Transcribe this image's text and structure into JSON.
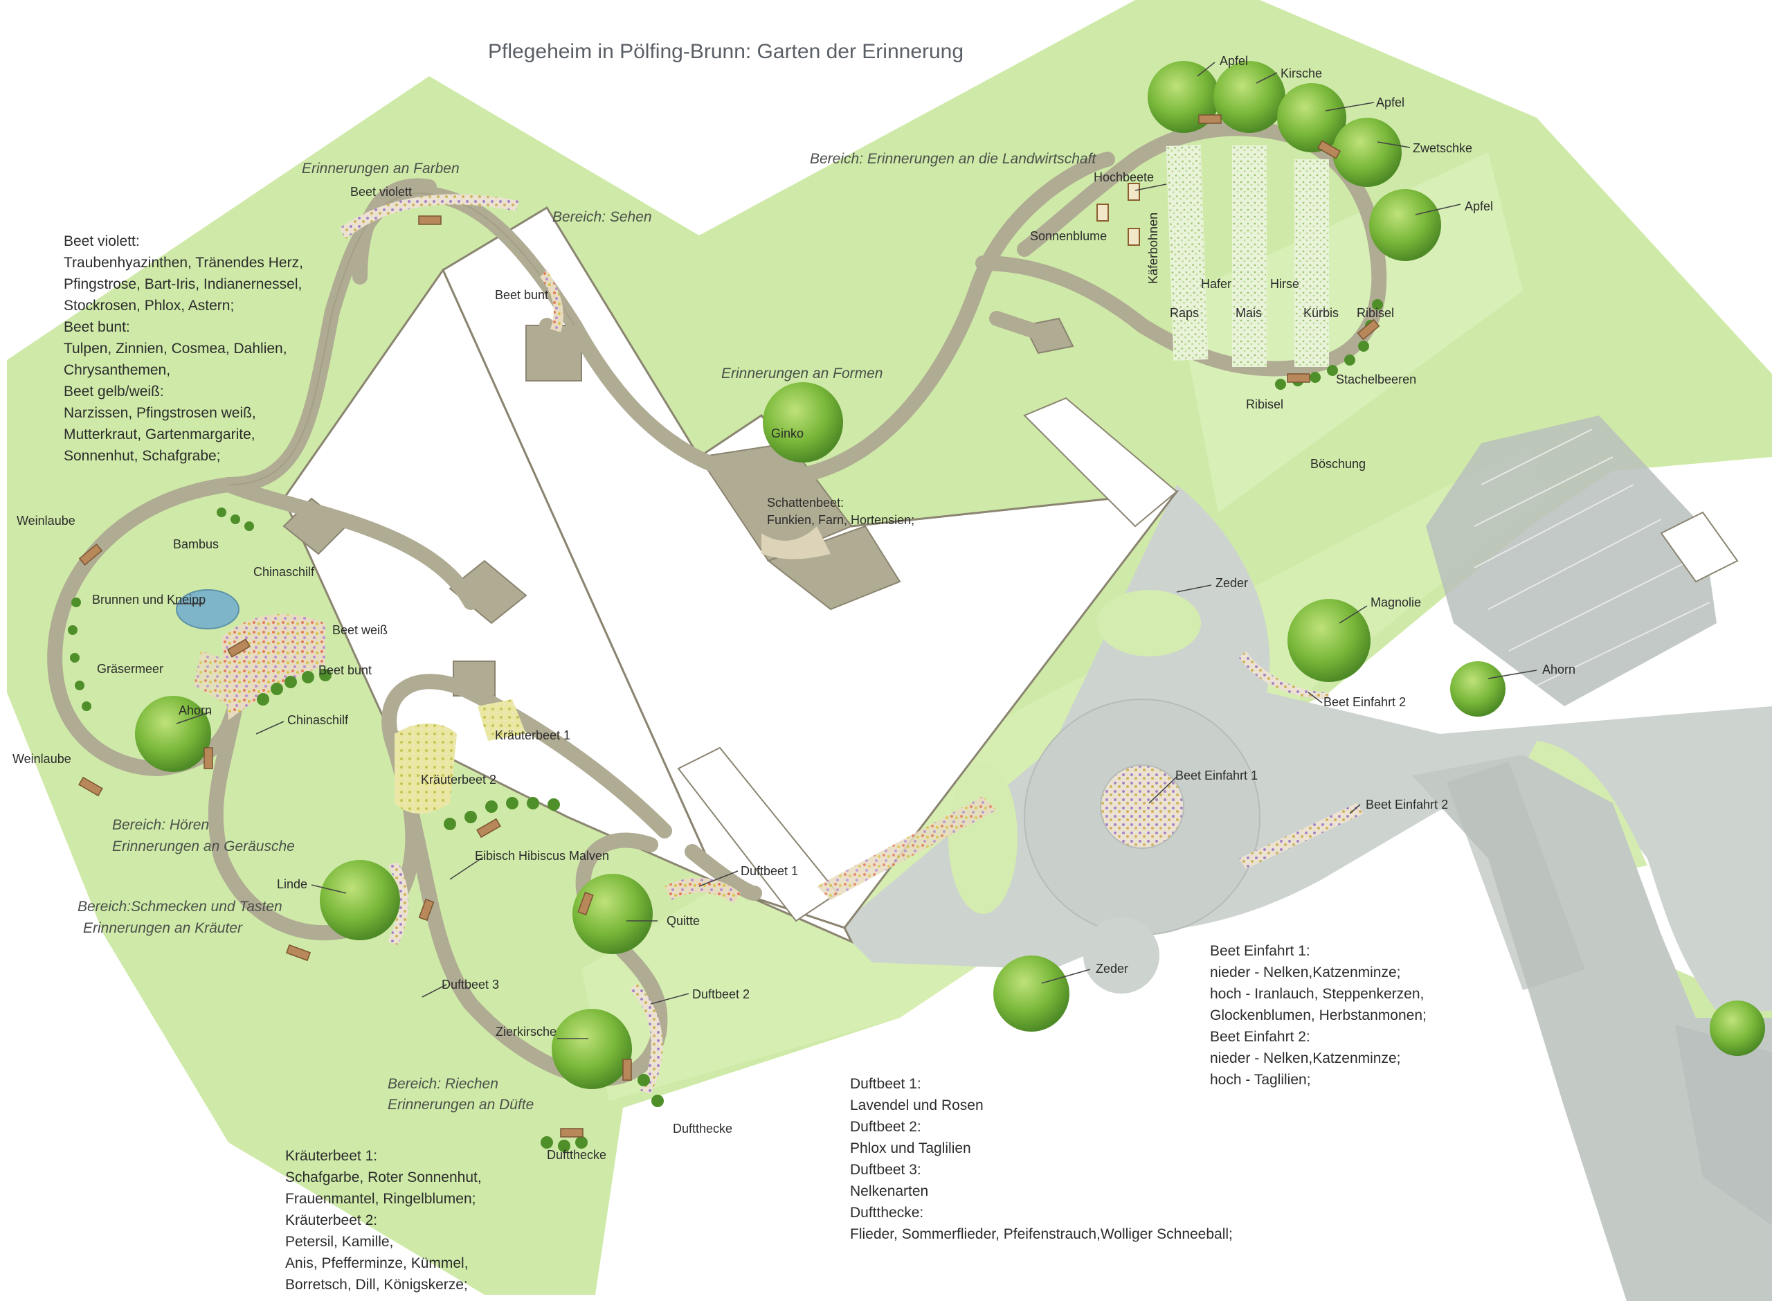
{
  "title": "Pflegeheim in Pölfing-Brunn: Garten der Erinnerung",
  "colors": {
    "lawn": "#cfeaa8",
    "path": "#b0ab93",
    "building_edge": "#8a8470",
    "paving": "#cdd3cf",
    "parking": "#b9c0bc",
    "tree": "#7dbb3c",
    "water": "#7fb5c9"
  },
  "areas": {
    "farben": "Erinnerungen an Farben",
    "sehen": "Bereich: Sehen",
    "landwirtschaft": "Bereich: Erinnerungen an die Landwirtschaft",
    "formen": "Erinnerungen an Formen",
    "hoeren_1": "Bereich: Hören",
    "hoeren_2": "Erinnerungen an Geräusche",
    "schmecken_1": "Bereich:Schmecken und Tasten",
    "schmecken_2": "Erinnerungen an Kräuter",
    "riechen_1": "Bereich: Riechen",
    "riechen_2": "Erinnerungen an Düfte"
  },
  "labels": {
    "beet_violett": "Beet violett",
    "beet_bunt_top": "Beet bunt",
    "hochbeete": "Hochbeete",
    "sonnenblume": "Sonnenblume",
    "kaeferbohnen": "Käferbohnen",
    "raps": "Raps",
    "hafer": "Hafer",
    "mais": "Mais",
    "hirse": "Hirse",
    "kuerbis": "Kürbis",
    "ribisel_r": "Ribisel",
    "ribisel_b": "Ribisel",
    "stachelbeeren": "Stachelbeeren",
    "boeschung": "Böschung",
    "apfel_1": "Apfel",
    "kirsche": "Kirsche",
    "apfel_2": "Apfel",
    "zwetschke": "Zwetschke",
    "apfel_3": "Apfel",
    "ginko": "Ginko",
    "schattenbeet_1": "Schattenbeet:",
    "schattenbeet_2": "Funkien, Farn, Hortensien;",
    "weinlaube_1": "Weinlaube",
    "weinlaube_2": "Weinlaube",
    "bambus": "Bambus",
    "chinaschilf_1": "Chinaschilf",
    "chinaschilf_2": "Chinaschilf",
    "brunnen": "Brunnen und Kneipp",
    "beet_weiss": "Beet weiß",
    "beet_bunt_mid": "Beet bunt",
    "graesermeer": "Gräsermeer",
    "ahorn_left": "Ahorn",
    "kraeuterbeet_1": "Kräuterbeet 1",
    "kraeuterbeet_2": "Kräuterbeet 2",
    "eibisch": "Eibisch Hibiscus Malven",
    "linde": "Linde",
    "duftbeet_1": "Duftbeet 1",
    "quitte": "Quitte",
    "duftbeet_3": "Duftbeet 3",
    "duftbeet_2": "Duftbeet 2",
    "zierkirsche": "Zierkirsche",
    "duftthecke_1": "Duftthecke",
    "duftthecke_2": "Duftthecke",
    "zeder_top": "Zeder",
    "zeder_bottom": "Zeder",
    "magnolie": "Magnolie",
    "ahorn_right": "Ahorn",
    "beet_einfahrt_2a": "Beet Einfahrt 2",
    "beet_einfahrt_1": "Beet Einfahrt 1",
    "beet_einfahrt_2b": "Beet Einfahrt 2"
  },
  "legend_left": [
    "Beet violett:",
    "Traubenhyazinthen, Tränendes Herz,",
    "Pfingstrose, Bart-Iris, Indianernessel,",
    "Stockrosen, Phlox, Astern;",
    "Beet bunt:",
    "Tulpen, Zinnien, Cosmea, Dahlien,",
    "Chrysanthemen,",
    "Beet gelb/weiß:",
    "Narzissen, Pfingstrosen weiß,",
    "Mutterkraut, Gartenmargarite,",
    "Sonnenhut, Schafgrabe;"
  ],
  "legend_kraeuter": [
    "Kräuterbeet 1:",
    "Schafgarbe, Roter Sonnenhut,",
    "Frauenmantel, Ringelblumen;",
    "Kräuterbeet 2:",
    "Petersil, Kamille,",
    "Anis, Pfefferminze, Kümmel,",
    "Borretsch, Dill, Königskerze;"
  ],
  "legend_duft": [
    "Duftbeet 1:",
    "Lavendel und Rosen",
    "Duftbeet 2:",
    "Phlox und Taglilien",
    "Duftbeet 3:",
    "Nelkenarten",
    "Duftthecke:",
    "Flieder, Sommerflieder, Pfeifenstrauch,Wolliger Schneeball;"
  ],
  "legend_einfahrt": [
    "Beet Einfahrt 1:",
    "nieder - Nelken,Katzenminze;",
    "hoch - Iranlauch, Steppenkerzen,",
    "Glockenblumen, Herbstanmonen;",
    "Beet Einfahrt 2:",
    "nieder - Nelken,Katzenminze;",
    "hoch - Taglilien;"
  ]
}
